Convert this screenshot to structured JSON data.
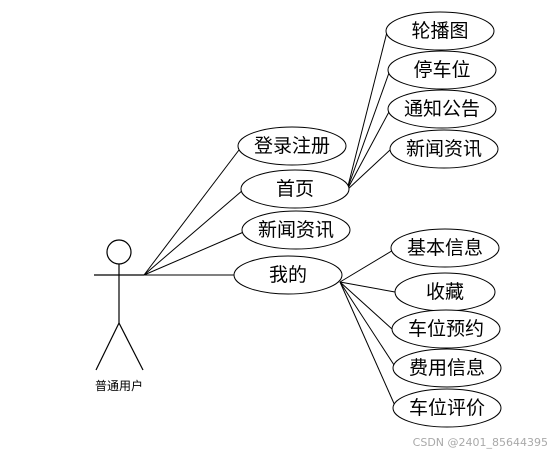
{
  "actor": {
    "label": "普通用户"
  },
  "use_cases": {
    "login": "登录注册",
    "home": "首页",
    "news": "新闻资讯",
    "mine": "我的"
  },
  "home_children": {
    "carousel": "轮播图",
    "parking": "停车位",
    "notice": "通知公告",
    "news": "新闻资讯"
  },
  "mine_children": {
    "basic_info": "基本信息",
    "favorites": "收藏",
    "reservation": "车位预约",
    "fees": "费用信息",
    "rating": "车位评价"
  },
  "watermark": "CSDN @2401_85644395"
}
